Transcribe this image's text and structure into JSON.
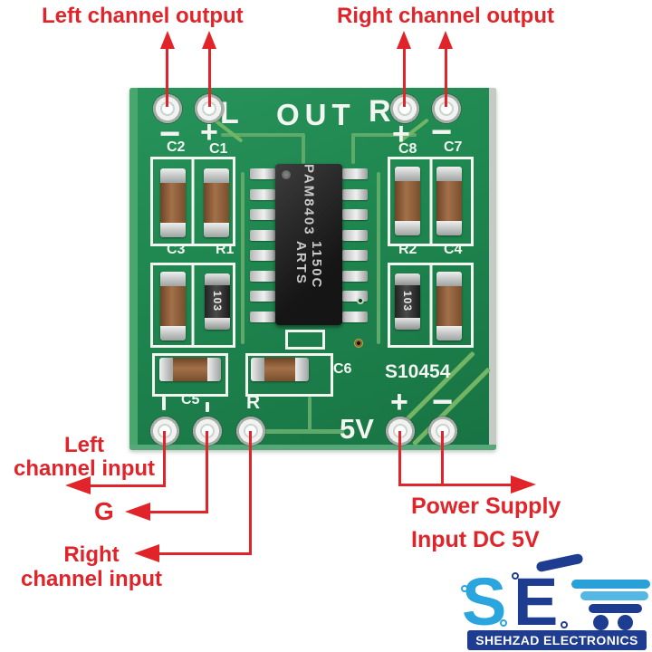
{
  "colors": {
    "annotation_red": "#e0242a",
    "pcb_green": "#1e8249",
    "silk": "#f2f5f0",
    "logo_cyan": "#2aa5de",
    "logo_navy": "#1e3c90"
  },
  "annotations": {
    "left_output": "Left channel output",
    "right_output": "Right channel output",
    "left_input_line1": "Left",
    "left_input_line2": "channel input",
    "ground": "G",
    "right_input_line1": "Right",
    "right_input_line2": "channel input",
    "power_line1": "Power Supply",
    "power_line2": "Input DC 5V"
  },
  "board": {
    "out_left": "L",
    "out_center": "OUT",
    "out_right": "R",
    "top_signs": {
      "p1": "−",
      "p2": "+",
      "p3": "+",
      "p4": "−"
    },
    "labels": {
      "c1": "C1",
      "c2": "C2",
      "c3": "C3",
      "c4": "C4",
      "c5": "C5",
      "c6": "C6",
      "c7": "C7",
      "c8": "C8",
      "r1": "R1",
      "r2": "R2"
    },
    "resistor_code": "103",
    "serial": "S10454",
    "supply": "5V",
    "supply_plus": "+",
    "supply_minus": "−",
    "input_pad_r": "R",
    "ic": {
      "line1": "PAM8403",
      "line2": "ARTS 1150C"
    }
  },
  "logo": {
    "initial_s": "S",
    "initial_e": "E",
    "banner": "SHEHZAD ELECTRONICS"
  }
}
